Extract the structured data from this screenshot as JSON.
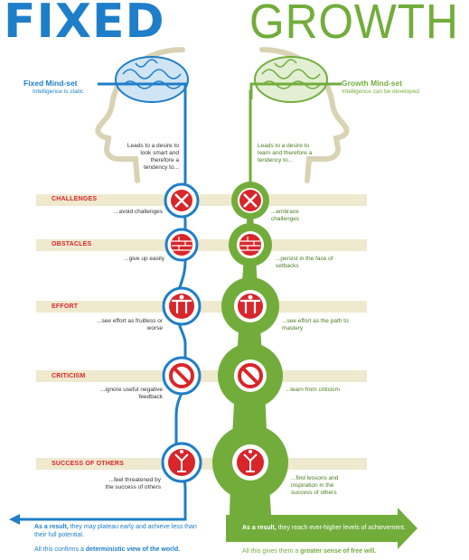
{
  "titles": {
    "fixed": "FIXED",
    "growth": "GROWTH"
  },
  "fixed": {
    "heading": "Fixed Mind-set",
    "subheading": "Intelligence is static",
    "intro": "Leads to a desire to look smart and therefore a tendency to...",
    "responses": [
      "...avoid challenges",
      "...give up easily",
      "...see effort as fruitless or worse",
      "...ignore useful negative feedback",
      "...feel threatened by the success of others"
    ],
    "result_bold": "As a result,",
    "result_text": "they may plateau early and achieve less than their full potential.",
    "confirm_prefix": "All this confirms a",
    "confirm_bold": "deterministic view of the world."
  },
  "growth": {
    "heading": "Growth Mind-set",
    "subheading": "Intelligence can be developed",
    "intro": "Leads to a desire to learn and therefore a tendency to...",
    "responses": [
      "...embrace challenges",
      "...persist in the face of setbacks",
      "...see effort as the path to mastery",
      "...learn from criticism",
      "...find lessons and inspiration in the success of others"
    ],
    "result_bold": "As a result,",
    "result_text": "they reach ever-higher levels of achievement.",
    "confirm_prefix": "All this gives them a",
    "confirm_bold": "greater sense of free will."
  },
  "categories": [
    "CHALLENGES",
    "OBSTACLES",
    "EFFORT",
    "CRITICISM",
    "SUCCESS OF OTHERS"
  ],
  "icons": [
    "arrows-in-icon",
    "brick-wall-icon",
    "barbell-icon",
    "no-symbol-icon",
    "trophy-person-icon"
  ],
  "colors": {
    "fixed": "#1f7ec8",
    "growth": "#72ad3c",
    "accent": "#d8262b",
    "band": "#efe9cf",
    "head": "#d9d3b4"
  }
}
